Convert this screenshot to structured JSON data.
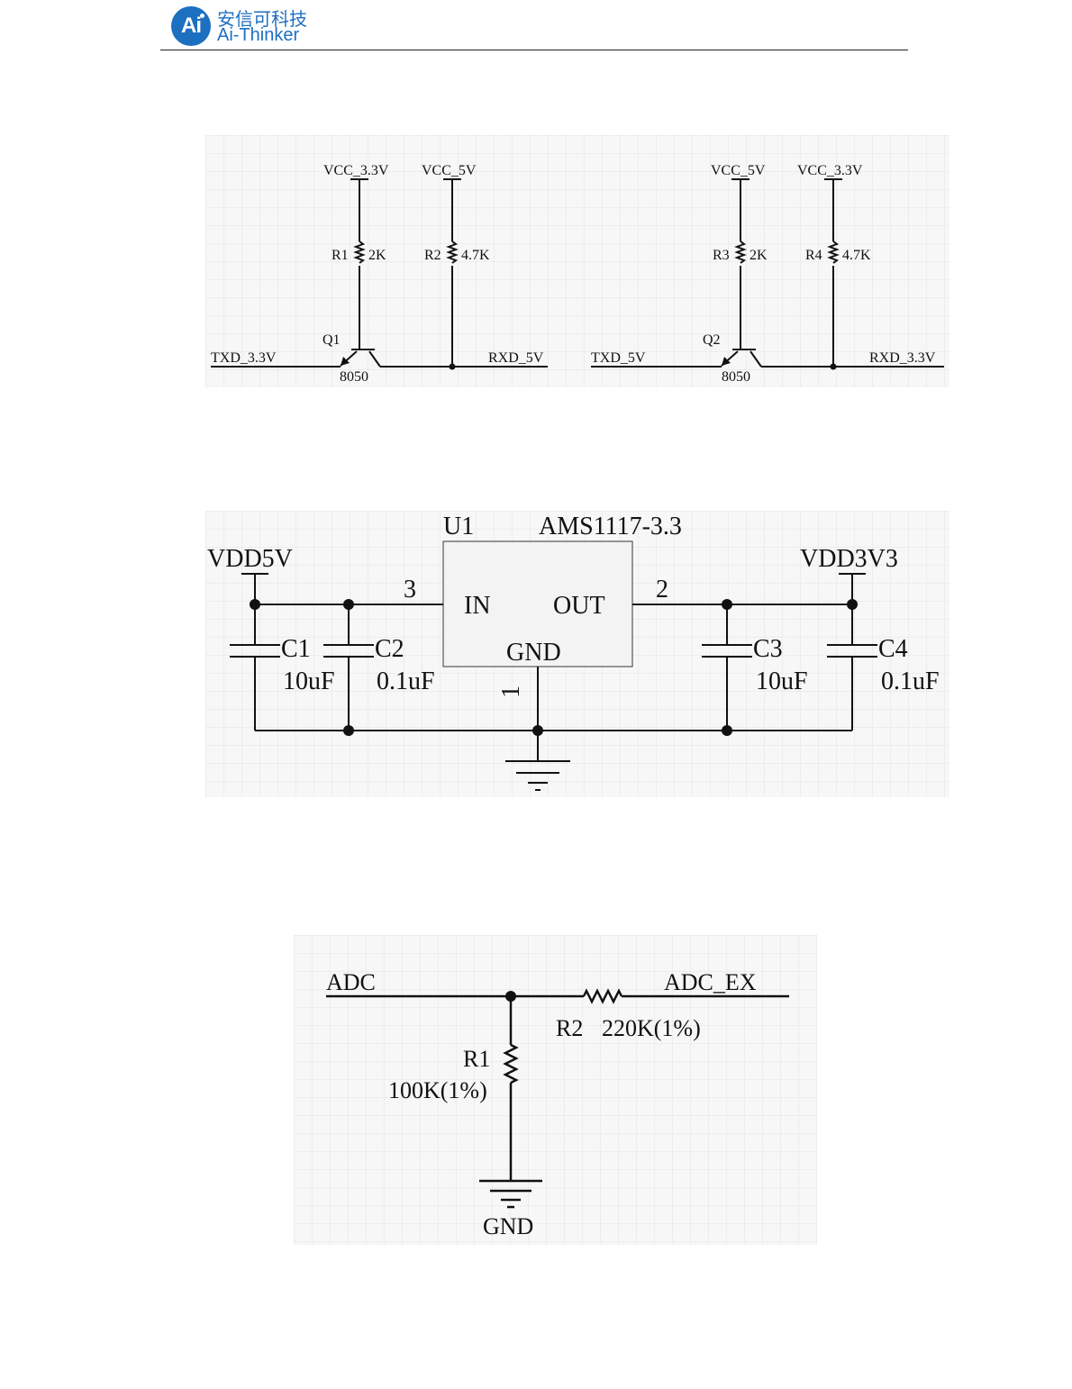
{
  "header": {
    "company_cn": "安信可科技",
    "company_en": "Ai-Thinker",
    "logo_mark": "Ai"
  },
  "level_shifter": {
    "left": {
      "vcc_a": "VCC_3.3V",
      "vcc_b": "VCC_5V",
      "r_a": "R1",
      "r_a_value": "2K",
      "r_b": "R2",
      "r_b_value": "4.7K",
      "transistor": "Q1",
      "transistor_part": "8050",
      "input": "TXD_3.3V",
      "output": "RXD_5V"
    },
    "right": {
      "vcc_a": "VCC_5V",
      "vcc_b": "VCC_3.3V",
      "r_a": "R3",
      "r_a_value": "2K",
      "r_b": "R4",
      "r_b_value": "4.7K",
      "transistor": "Q2",
      "transistor_part": "8050",
      "input": "TXD_5V",
      "output": "RXD_3.3V"
    }
  },
  "regulator": {
    "ref": "U1",
    "part": "AMS1117-3.3",
    "in_net": "VDD5V",
    "out_net": "VDD3V3",
    "pin_in_label": "IN",
    "pin_out_label": "OUT",
    "pin_gnd_label": "GND",
    "pin_in_num": "3",
    "pin_out_num": "2",
    "pin_gnd_num": "1",
    "c1": "C1",
    "c1_value": "10uF",
    "c2": "C2",
    "c2_value": "0.1uF",
    "c3": "C3",
    "c3_value": "10uF",
    "c4": "C4",
    "c4_value": "0.1uF"
  },
  "divider": {
    "input": "ADC",
    "output": "ADC_EX",
    "r2": "R2",
    "r2_value": "220K(1%)",
    "r1": "R1",
    "r1_value": "100K(1%)",
    "gnd": "GND"
  },
  "colors": {
    "grid_bg": "#f7f7f7",
    "grid_line": "#e3e3e3",
    "wire": "#111111",
    "ic_fill": "#f3f3f3",
    "brand": "#1d6fc0"
  }
}
